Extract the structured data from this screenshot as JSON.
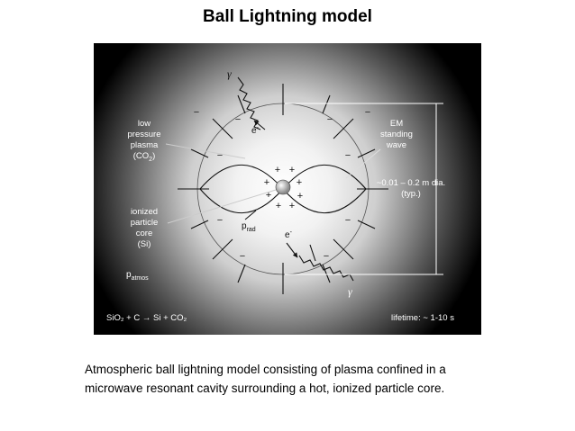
{
  "title": "Ball Lightning model",
  "figure": {
    "labels": {
      "gamma_top": "γ",
      "electron_top": "e",
      "electron_sup": "-",
      "low_pressure_1": "low",
      "low_pressure_2": "pressure",
      "low_pressure_3": "plasma",
      "low_pressure_4": "(CO",
      "low_pressure_4_sub": "2",
      "low_pressure_4_end": ")",
      "ionized_1": "ionized",
      "ionized_2": "particle",
      "ionized_3": "core",
      "ionized_4": "(Si)",
      "p_rad": "p",
      "p_rad_sub": "rad",
      "electron_bottom": "e",
      "p_atmos": "p",
      "p_atmos_sub": "atmos",
      "gamma_bottom": "γ",
      "em_1": "EM",
      "em_2": "standing",
      "em_3": "wave",
      "dia_1": "~0.01 – 0.2 m dia.",
      "dia_2": "(typ.)",
      "equation": "SiO₂ + C → Si + CO₂",
      "lifetime": "lifetime:  ~ 1-10 s",
      "plus": "+",
      "minus": "−"
    }
  },
  "caption": {
    "line1": "Atmospheric ball lightning model consisting of plasma confined in a",
    "line2": "microwave resonant cavity surrounding a hot, ionized particle core."
  }
}
